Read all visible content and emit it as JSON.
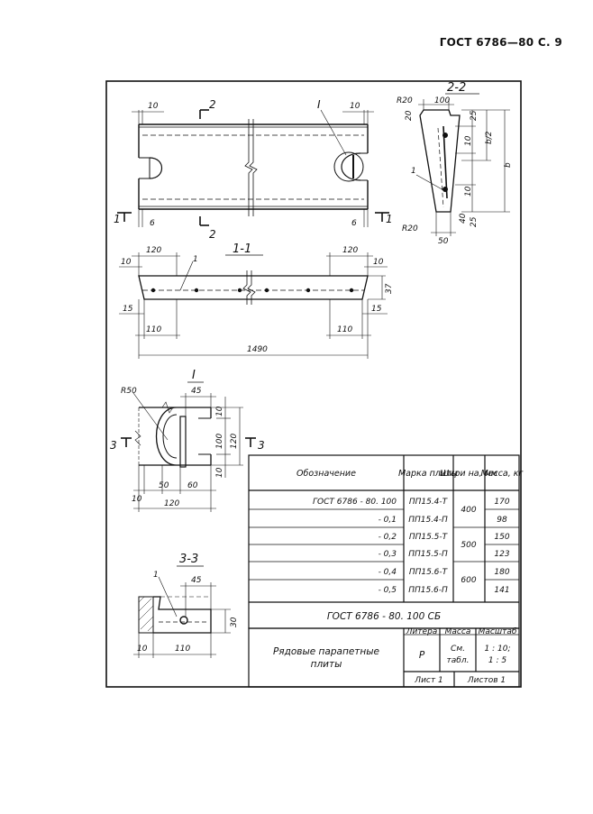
{
  "header": {
    "text": "ГОСТ 6786—80 С. 9"
  },
  "plan_view": {
    "dim_left_top": "10",
    "dim_right_top": "10",
    "detail_ref": "I",
    "section_a": "2",
    "section_b": "2",
    "dim_left_bottom": "6",
    "dim_right_bottom": "6",
    "section_c": "1",
    "section_d": "1"
  },
  "section_2_2": {
    "title": "2-2",
    "r_top": "R20",
    "d100": "100",
    "d20": "20",
    "d25a": "25",
    "d10a": "10",
    "b_half": "b/2",
    "b": "b",
    "d10b": "10",
    "d25b": "25",
    "d40": "40",
    "d50": "50",
    "r_bottom": "R20",
    "pos1": "1"
  },
  "section_1_1": {
    "title": "1-1",
    "d120_left": "120",
    "d120_right": "120",
    "d10_left": "10",
    "d10_right": "10",
    "pos1": "1",
    "d37": "37",
    "d15_left": "15",
    "d15_right": "15",
    "d110_left": "110",
    "d110_right": "110",
    "d1490": "1490"
  },
  "detail_I": {
    "title": "I",
    "r50": "R50",
    "d45": "45",
    "d10a": "10",
    "d100": "100",
    "d120v": "120",
    "d10b": "10",
    "d10h": "10",
    "d50": "50",
    "d60": "60",
    "d120h": "120",
    "sec3a": "3",
    "sec3b": "3"
  },
  "section_3_3": {
    "title": "3-3",
    "pos1": "1",
    "d45": "45",
    "d10": "10",
    "d110": "110",
    "d30": "30"
  },
  "spec_table": {
    "headers": [
      "Обозначение",
      "Марка плиты",
      "Шири на, мм",
      "Масса, кг"
    ],
    "rows": [
      {
        "designation": "ГОСТ 6786 - 80. 100",
        "mark": "ПП15.4-Т",
        "mass": "170"
      },
      {
        "designation": "- 0,1",
        "mark": "ПП15.4-П",
        "mass": "98"
      },
      {
        "designation": "- 0,2",
        "mark": "ПП15.5-Т",
        "mass": "150"
      },
      {
        "designation": "- 0,3",
        "mark": "ПП15.5-П",
        "mass": "123"
      },
      {
        "designation": "- 0,4",
        "mark": "ПП15.6-Т",
        "mass": "180"
      },
      {
        "designation": "- 0,5",
        "mark": "ПП15.6-П",
        "mass": "141"
      }
    ],
    "widths": [
      "400",
      "500",
      "600"
    ]
  },
  "title_block": {
    "doc_code": "ГОСТ 6786 - 80. 100 СБ",
    "name_line1": "Рядовые парапетные",
    "name_line2": "плиты",
    "col_lit": "Литера",
    "col_mass": "Масса",
    "col_scale": "Масштаб",
    "lit_value": "Р",
    "mass_line1": "См.",
    "mass_line2": "табл.",
    "scale_line1": "1 : 10;",
    "scale_line2": "1 : 5",
    "sheet": "Лист 1",
    "sheets": "Листов 1"
  }
}
